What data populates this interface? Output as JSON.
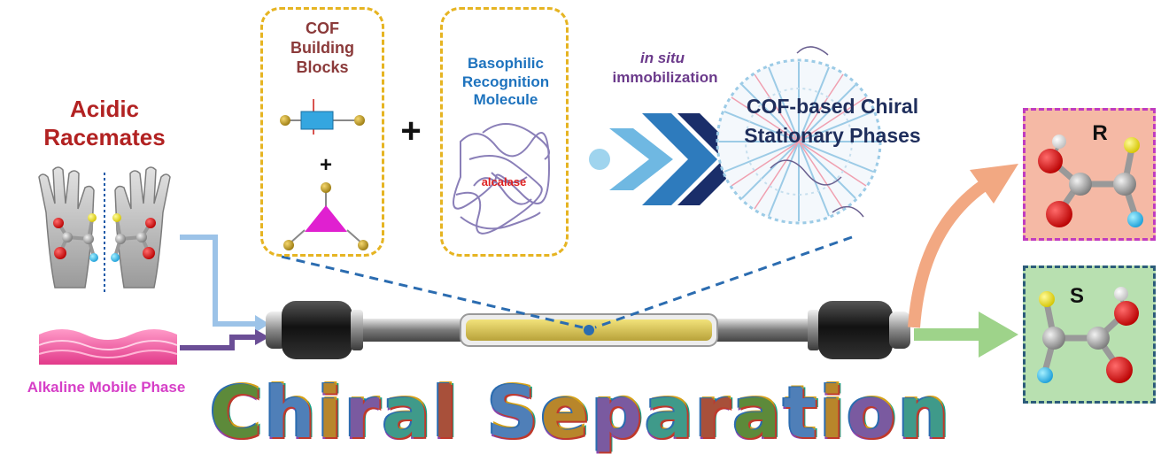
{
  "inputs": {
    "racemates_label": "Acidic Racemates",
    "mobile_phase_label": "Alkaline Mobile Phase"
  },
  "cof_box": {
    "label": "COF Building Blocks",
    "plus_symbol": "+"
  },
  "plus_between": "+",
  "recognition_box": {
    "label": "Basophilic Recognition Molecule",
    "enzyme_label": "alcalase"
  },
  "process": {
    "label_italic": "in situ",
    "label": "immobilization"
  },
  "product_label": "COF-based Chiral Stationary Phases",
  "outputs": {
    "r_label": "R",
    "s_label": "S"
  },
  "title": "Chiral Separation",
  "colors": {
    "racemates_text": "#b22222",
    "mobile_phase_text": "#d63fc7",
    "cof_text": "#8b3a3a",
    "recognition_text": "#1e73be",
    "process_text": "#6b3a8b",
    "product_text": "#1f2e5c",
    "gold_dash": "#e6b422",
    "r_box_border": "#c03cc0",
    "r_box_fill": "#f5b9a5",
    "s_box_border": "#2c5c7a",
    "s_box_fill": "#b8e0b0"
  }
}
